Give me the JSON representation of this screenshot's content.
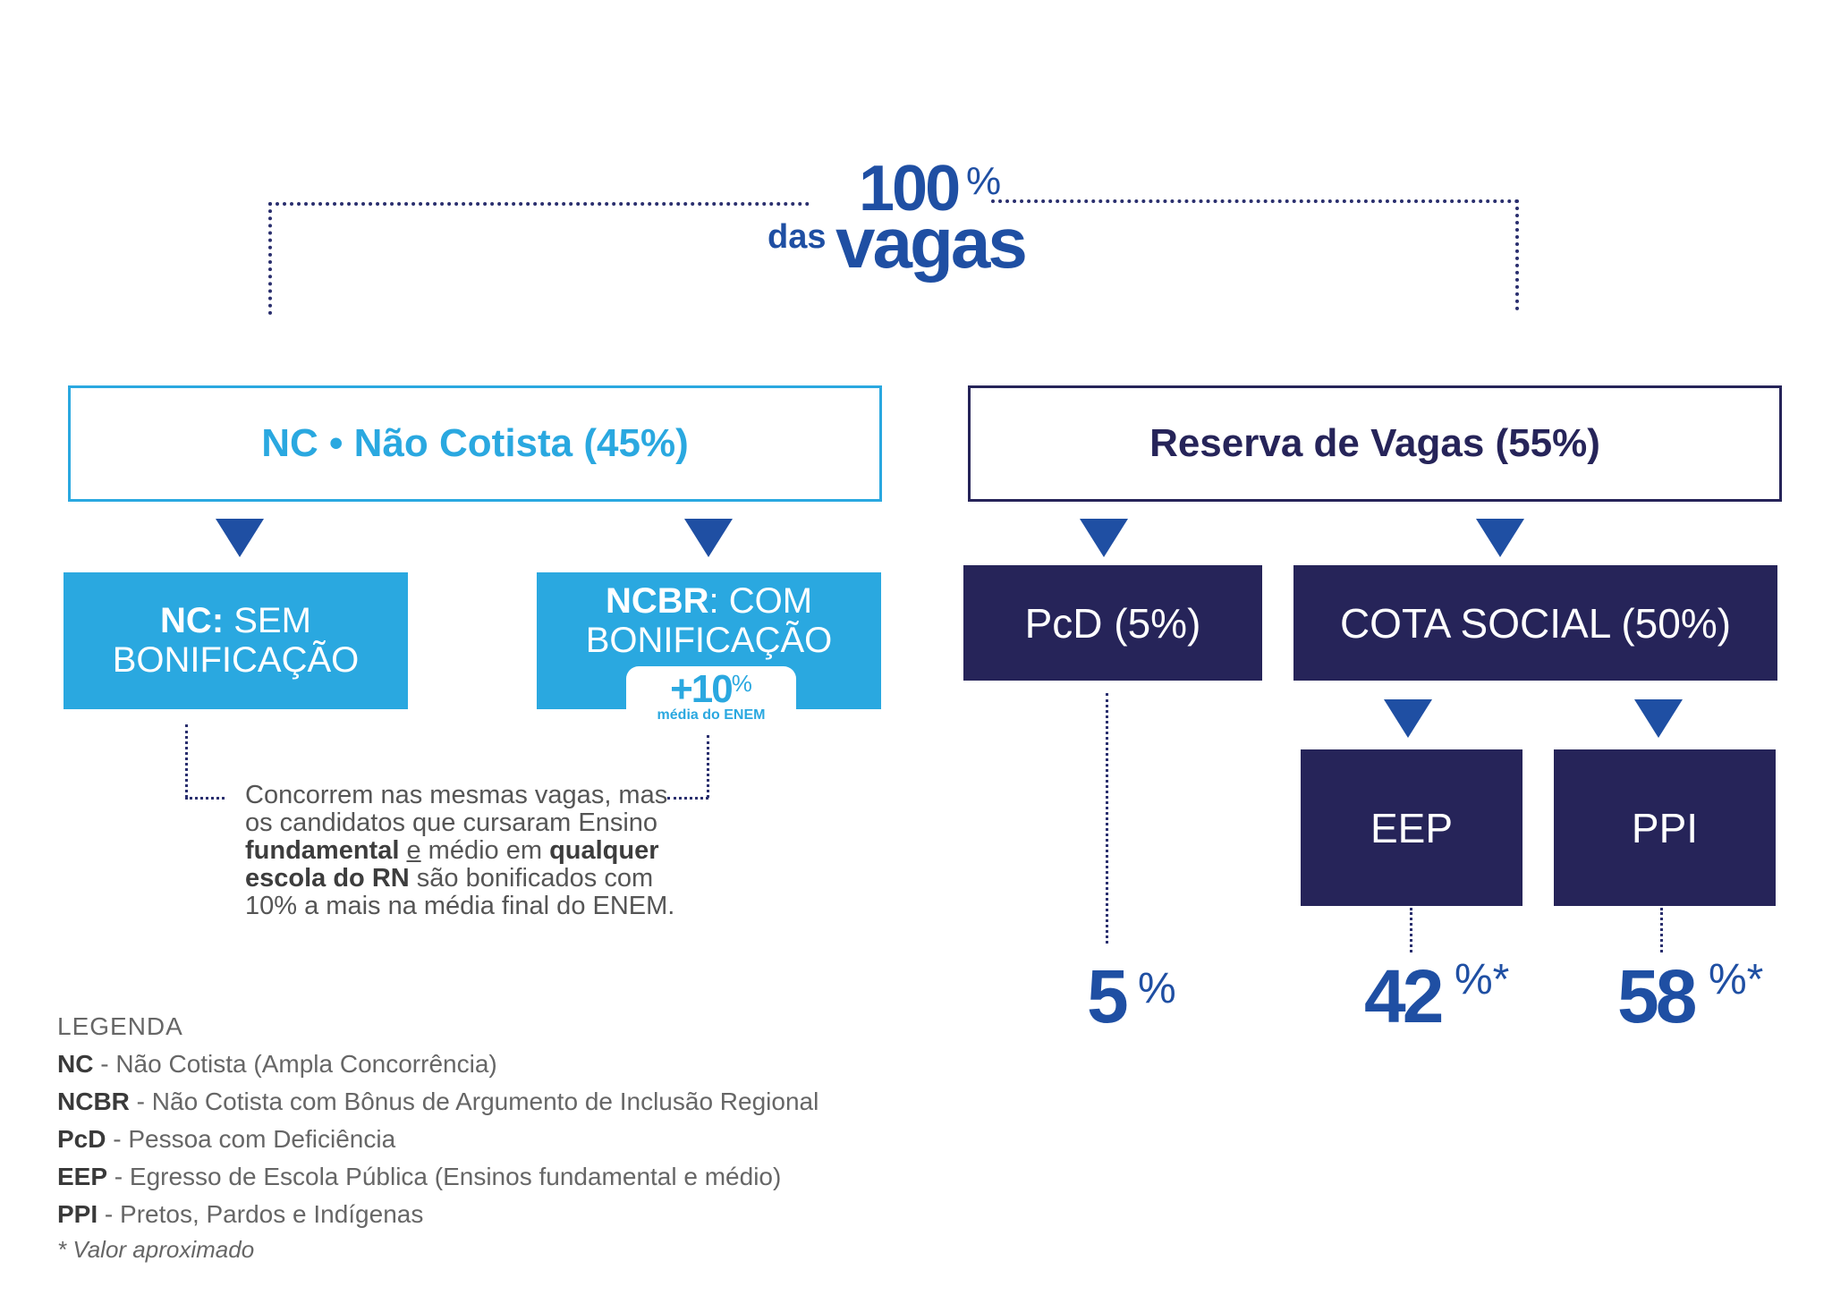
{
  "header": {
    "total_number": "100",
    "total_percent": "%",
    "das": "das",
    "vagas": "vagas"
  },
  "nc_box": {
    "label": "NC • Não Cotista (45%)"
  },
  "reserva_box": {
    "label": "Reserva de Vagas (55%)"
  },
  "nc_sem": {
    "line1_bold": "NC:",
    "line1_rest": " SEM",
    "line2": "BONIFICAÇÃO"
  },
  "ncbr": {
    "line1_bold": "NCBR",
    "line1_rest": ": COM",
    "line2": "BONIFICAÇÃO",
    "badge_number": "+10",
    "badge_percent": "%",
    "badge_sub": "média do ENEM"
  },
  "pcd": {
    "label": "PcD (5%)"
  },
  "cota_social": {
    "label": "COTA SOCIAL (50%)"
  },
  "eep": {
    "label": "EEP"
  },
  "ppi": {
    "label": "PPI"
  },
  "note": {
    "t1": "Concorrem nas mesmas vagas, mas os candidatos que cursaram Ensino ",
    "b1": "fundamental",
    "u1": "e",
    "t2": " médio em ",
    "b2": "qualquer escola do RN",
    "t3": " são bonificados com 10% a mais na média final do ENEM."
  },
  "results": {
    "pcd_value": "5",
    "pcd_unit": "%",
    "eep_value": "42",
    "eep_unit": "%*",
    "ppi_value": "58",
    "ppi_unit": "%*"
  },
  "legend": {
    "title": "LEGENDA",
    "items": [
      {
        "term": "NC",
        "desc": " - Não Cotista (Ampla Concorrência)"
      },
      {
        "term": "NCBR",
        "desc": " - Não Cotista com Bônus de Argumento de Inclusão Regional"
      },
      {
        "term": "PcD",
        "desc": " - Pessoa com Deficiência"
      },
      {
        "term": "EEP",
        "desc": " - Egresso de Escola Pública (Ensinos fundamental e médio)"
      },
      {
        "term": "PPI",
        "desc": " - Pretos, Pardos e Indígenas"
      }
    ],
    "footnote": "* Valor aproximado"
  },
  "colors": {
    "light_blue": "#2aa8e0",
    "navy": "#262459",
    "accent_blue": "#1f4fa3"
  }
}
